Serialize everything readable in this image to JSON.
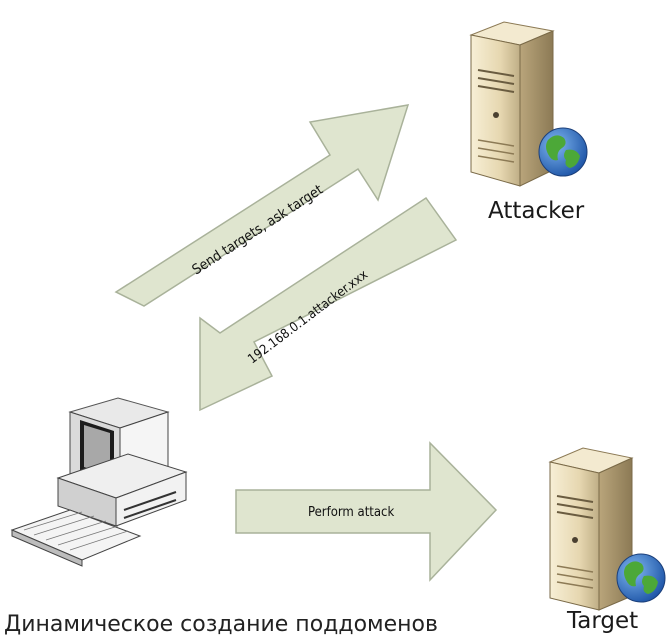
{
  "diagram": {
    "nodes": {
      "attacker": {
        "label": "Attacker",
        "icon": "server-globe-icon"
      },
      "target": {
        "label": "Target",
        "icon": "server-globe-icon"
      },
      "client": {
        "icon": "desktop-computer-icon"
      }
    },
    "arrows": {
      "send_targets": "Send targets, ask target",
      "reply_address": "192.168.0.1.attacker.xxx",
      "perform_attack": "Perform attack"
    },
    "caption": "Динамическое создание поддоменов"
  },
  "colors": {
    "arrow_fill": "#dfe5cf",
    "arrow_stroke": "#a9b29a",
    "server_body": "#e8dcb8",
    "globe_ocean": "#2f6fc6",
    "globe_land": "#4ca838"
  }
}
